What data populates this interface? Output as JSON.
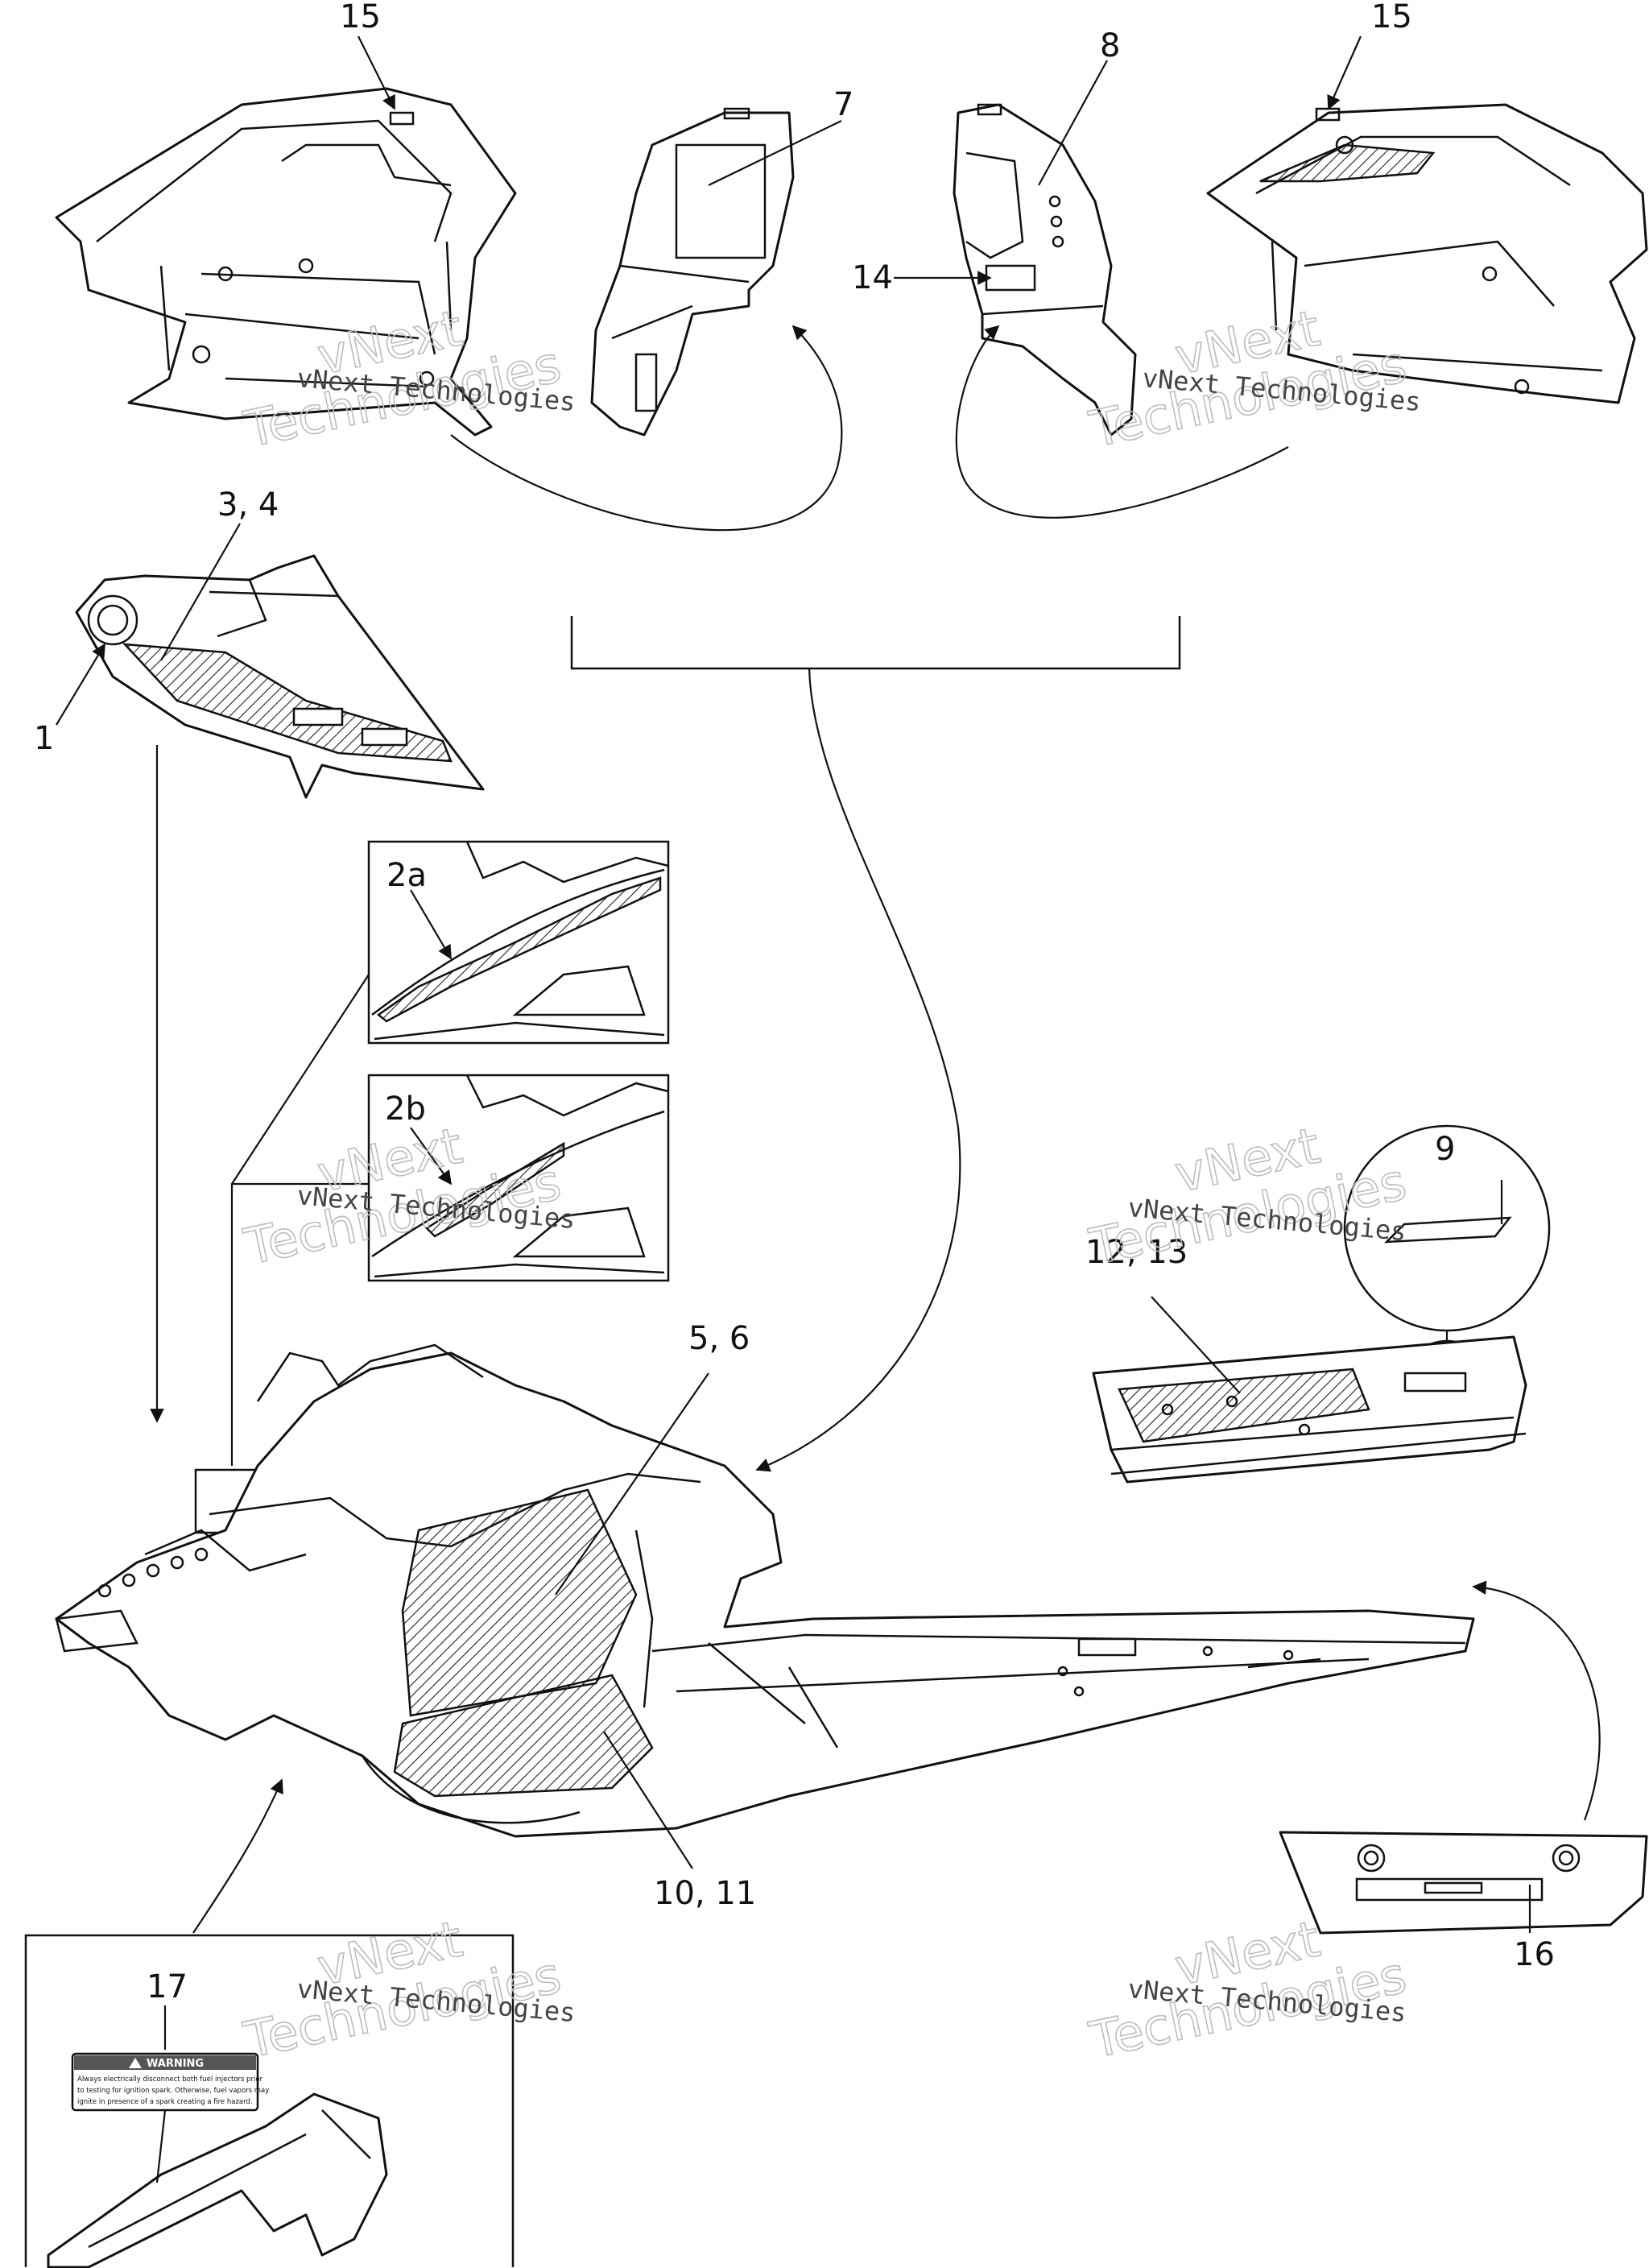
{
  "callouts": {
    "c15_left": "15",
    "c15_right": "15",
    "c7": "7",
    "c8": "8",
    "c14": "14",
    "c3_4": "3, 4",
    "c1": "1",
    "c2a": "2a",
    "c2b": "2b",
    "c9": "9",
    "c12_13": "12, 13",
    "c5_6": "5, 6",
    "c10_11": "10, 11",
    "c16": "16",
    "c17": "17"
  },
  "watermark": {
    "line": "vNext Technologies",
    "word1": "vNext",
    "word2": "Technologies"
  },
  "warning_label": {
    "heading": "WARNING",
    "line1": "Always electrically disconnect both fuel injectors prior",
    "line2": "to testing for ignition spark. Otherwise, fuel vapors may",
    "line3": "ignite in presence of a spark creating a fire hazard."
  }
}
